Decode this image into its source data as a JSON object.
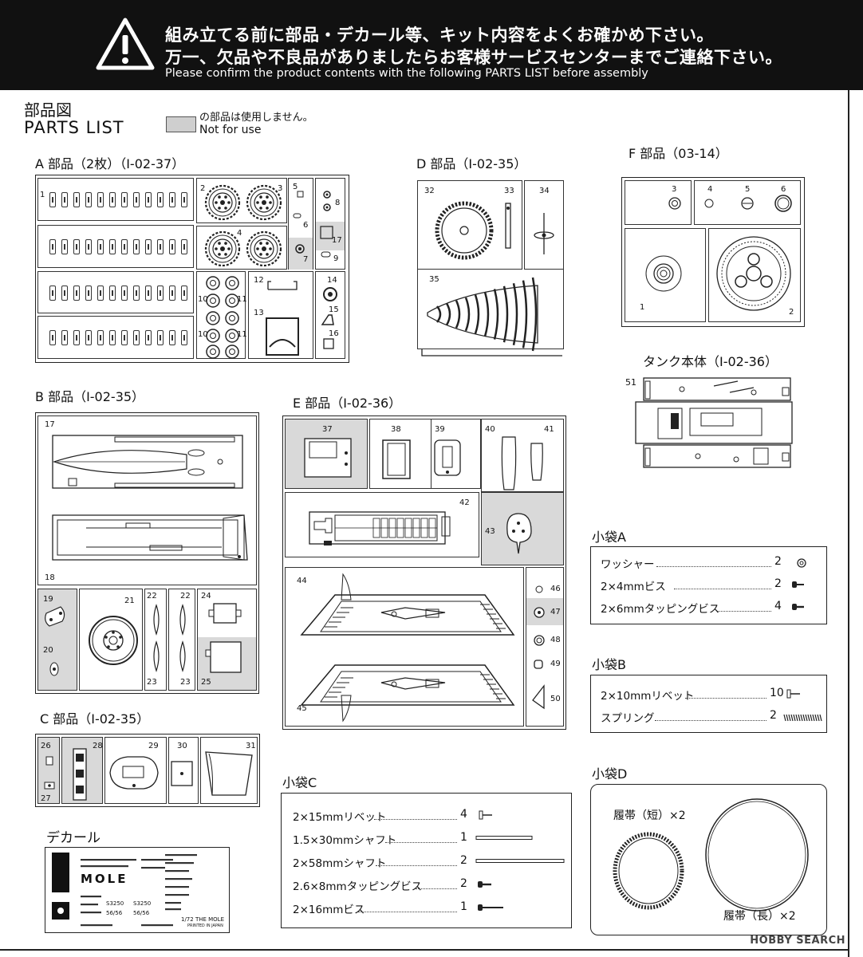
{
  "header": {
    "line1_jp": "組み立てる前に部品・デカール等、キット内容をよくお確かめ下さい。",
    "line2_jp": "万一、欠品や不良品がありましたらお客様サービスセンターまでご連絡下さい。",
    "line3_en": "Please confirm the product contents with the following PARTS LIST before assembly"
  },
  "title": {
    "jp": "部品図",
    "en": "PARTS LIST"
  },
  "legend": {
    "jp": "の部品は使用しません。",
    "en": "Not for use"
  },
  "sections": {
    "A": {
      "label": "A 部品（2枚）（I-02-37）",
      "numbers": [
        "1",
        "2",
        "3",
        "4",
        "5",
        "6",
        "7",
        "8",
        "9",
        "10",
        "11",
        "10",
        "11",
        "12",
        "13",
        "14",
        "15",
        "16",
        "17"
      ]
    },
    "B": {
      "label": "B 部品（I-02-35）",
      "numbers": [
        "17",
        "18",
        "19",
        "20",
        "21",
        "22",
        "22",
        "23",
        "23",
        "24",
        "25"
      ]
    },
    "C": {
      "label": "C 部品（I-02-35）",
      "numbers": [
        "26",
        "27",
        "28",
        "29",
        "30",
        "31"
      ]
    },
    "D": {
      "label": "D 部品（I-02-35）",
      "numbers": [
        "32",
        "33",
        "34",
        "35"
      ]
    },
    "E": {
      "label": "E 部品（I-02-36）",
      "numbers": [
        "37",
        "38",
        "39",
        "40",
        "41",
        "42",
        "43",
        "44",
        "45",
        "46",
        "47",
        "48",
        "49",
        "50"
      ]
    },
    "F": {
      "label": "F 部品（03-14）",
      "numbers": [
        "1",
        "2",
        "3",
        "4",
        "5",
        "6"
      ]
    },
    "tank": {
      "label": "タンク本体（I-02-36）",
      "number": "51"
    },
    "decal": {
      "label": "デカール",
      "mole_text": "MOLE",
      "scale_text": "1/72  THE MOLE",
      "made_text": "PRINTED IN JAPAN",
      "code1": "S3250",
      "code2": "S3250",
      "code3": "56/56",
      "code4": "56/56"
    }
  },
  "bags": {
    "A": {
      "title": "小袋A",
      "items": [
        {
          "name": "ワッシャー",
          "qty": "2",
          "icon": "washer-icon"
        },
        {
          "name": "2×4mmビス",
          "qty": "2",
          "icon": "screw-icon"
        },
        {
          "name": "2×6mmタッピングビス",
          "qty": "4",
          "icon": "tapping-screw-icon"
        }
      ]
    },
    "B": {
      "title": "小袋B",
      "items": [
        {
          "name": "2×10mmリベット",
          "qty": "10",
          "icon": "rivet-icon"
        },
        {
          "name": "スプリング",
          "qty": "2",
          "icon": "spring-icon"
        }
      ]
    },
    "C": {
      "title": "小袋C",
      "items": [
        {
          "name": "2×15mmリベット",
          "qty": "4",
          "icon": "rivet-icon"
        },
        {
          "name": "1.5×30mmシャフト",
          "qty": "1",
          "icon": "shaft-short-icon"
        },
        {
          "name": "2×58mmシャフト",
          "qty": "2",
          "icon": "shaft-long-icon"
        },
        {
          "name": "2.6×8mmタッピングビス",
          "qty": "2",
          "icon": "tapping-screw-icon"
        },
        {
          "name": "2×16mmビス",
          "qty": "1",
          "icon": "screw-icon"
        }
      ]
    },
    "D": {
      "title": "小袋D",
      "short": "履帯（短）×2",
      "long": "履帯（長）×2"
    }
  },
  "watermark": "HOBBY SEARCH",
  "colors": {
    "banner": "#111111",
    "unused": "#d9d9d9",
    "line": "#222222"
  }
}
